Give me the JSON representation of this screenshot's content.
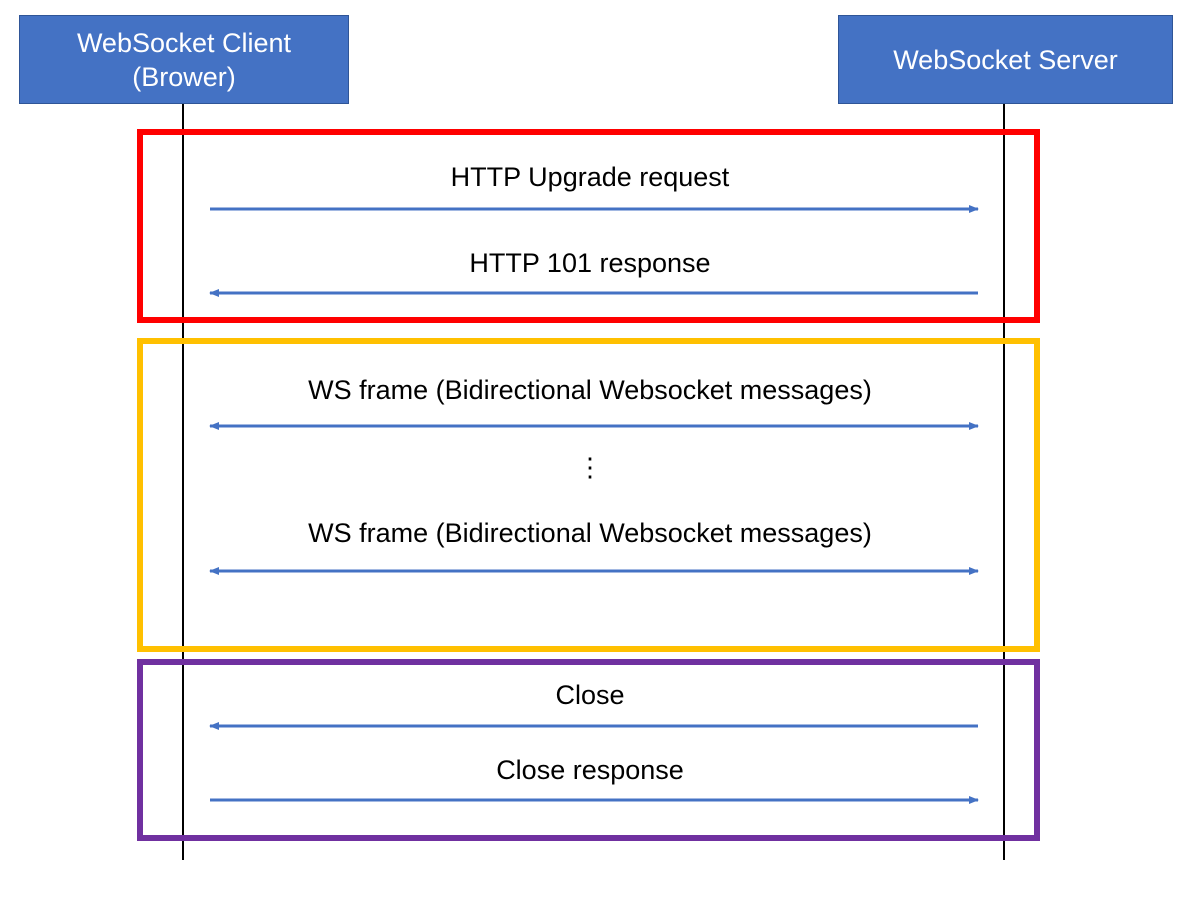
{
  "actors": {
    "client": {
      "line1": "WebSocket Client",
      "line2": "(Brower)"
    },
    "server": {
      "line1": "WebSocket Server"
    }
  },
  "phases": [
    {
      "name": "handshake",
      "color": "#ff0000"
    },
    {
      "name": "data-transfer",
      "color": "#ffc000"
    },
    {
      "name": "close",
      "color": "#7030a0"
    }
  ],
  "messages": [
    {
      "label": "HTTP Upgrade request",
      "direction": "to-server"
    },
    {
      "label": "HTTP 101 response",
      "direction": "to-client"
    },
    {
      "label": "WS frame (Bidirectional Websocket messages)",
      "direction": "both"
    },
    {
      "label": "WS frame (Bidirectional Websocket messages)",
      "direction": "both"
    },
    {
      "label": "Close",
      "direction": "to-client"
    },
    {
      "label": "Close response",
      "direction": "to-server"
    }
  ],
  "ellipsis": "⋮",
  "colors": {
    "actor_fill": "#4472c4",
    "arrow": "#4472c4"
  }
}
